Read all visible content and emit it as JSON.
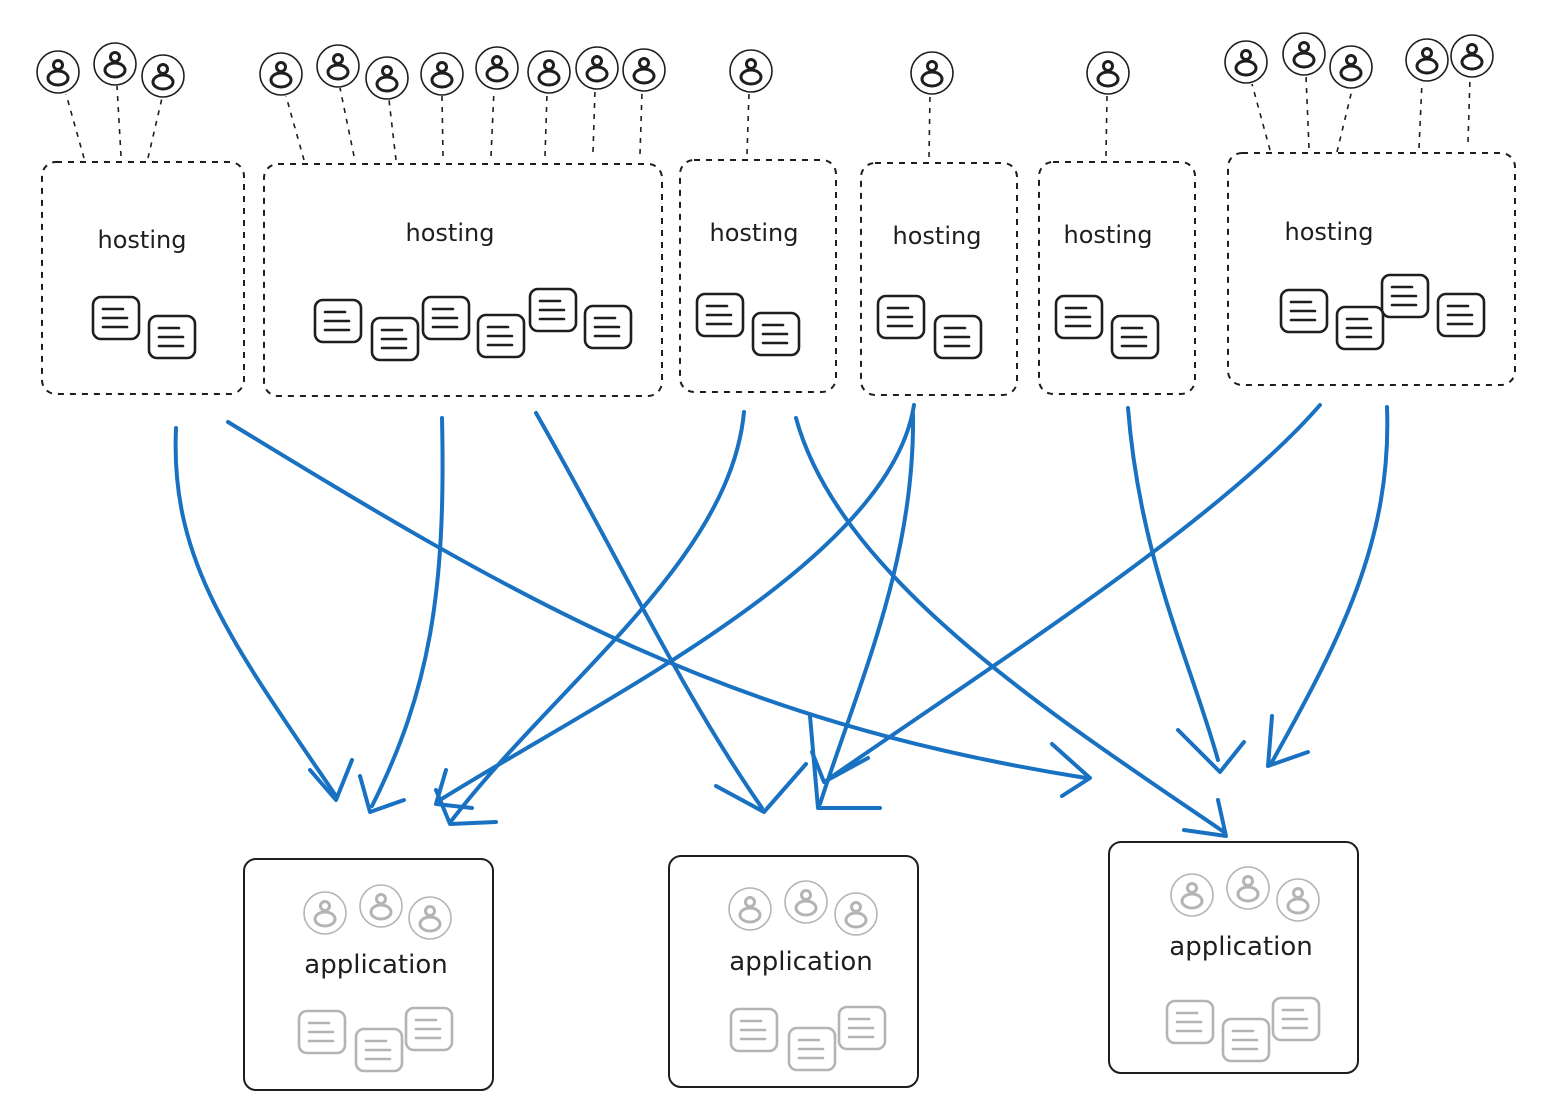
{
  "colors": {
    "ink": "#1e1e1e",
    "arrow": "#1971c2",
    "faded": "#b4b4b4"
  },
  "icons": {
    "user": "user-icon",
    "server": "server-icon"
  },
  "hosting_label": "hosting",
  "application_label": "application",
  "hosting_boxes": [
    {
      "label": "hosting",
      "users": 3,
      "servers": 2
    },
    {
      "label": "hosting",
      "users": 8,
      "servers": 6
    },
    {
      "label": "hosting",
      "users": 1,
      "servers": 2
    },
    {
      "label": "hosting",
      "users": 1,
      "servers": 2
    },
    {
      "label": "hosting",
      "users": 1,
      "servers": 2
    },
    {
      "label": "hosting",
      "users": 5,
      "servers": 4
    }
  ],
  "application_boxes": [
    {
      "label": "application",
      "users": 3,
      "servers": 3
    },
    {
      "label": "application",
      "users": 3,
      "servers": 3
    },
    {
      "label": "application",
      "users": 3,
      "servers": 3
    }
  ],
  "connections": [
    {
      "from": 0,
      "to": 0
    },
    {
      "from": 0,
      "to": 2
    },
    {
      "from": 1,
      "to": 0
    },
    {
      "from": 1,
      "to": 1
    },
    {
      "from": 2,
      "to": 0
    },
    {
      "from": 2,
      "to": 2
    },
    {
      "from": 3,
      "to": 0
    },
    {
      "from": 3,
      "to": 1
    },
    {
      "from": 4,
      "to": 2
    },
    {
      "from": 5,
      "to": 1
    },
    {
      "from": 5,
      "to": 2
    }
  ]
}
